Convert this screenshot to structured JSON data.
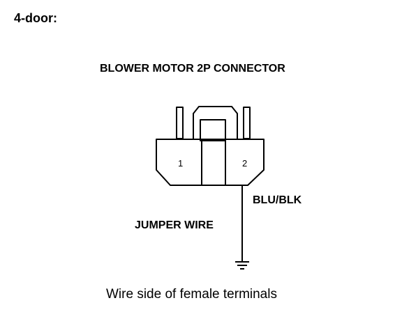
{
  "section_title": "4-door:",
  "connector_title": "BLOWER MOTOR 2P CONNECTOR",
  "terminals": [
    "1",
    "2"
  ],
  "wire_color": "BLU/BLK",
  "jumper_label": "JUMPER WIRE",
  "caption": "Wire side of female terminals",
  "icons": [
    "ground-symbol-icon"
  ]
}
